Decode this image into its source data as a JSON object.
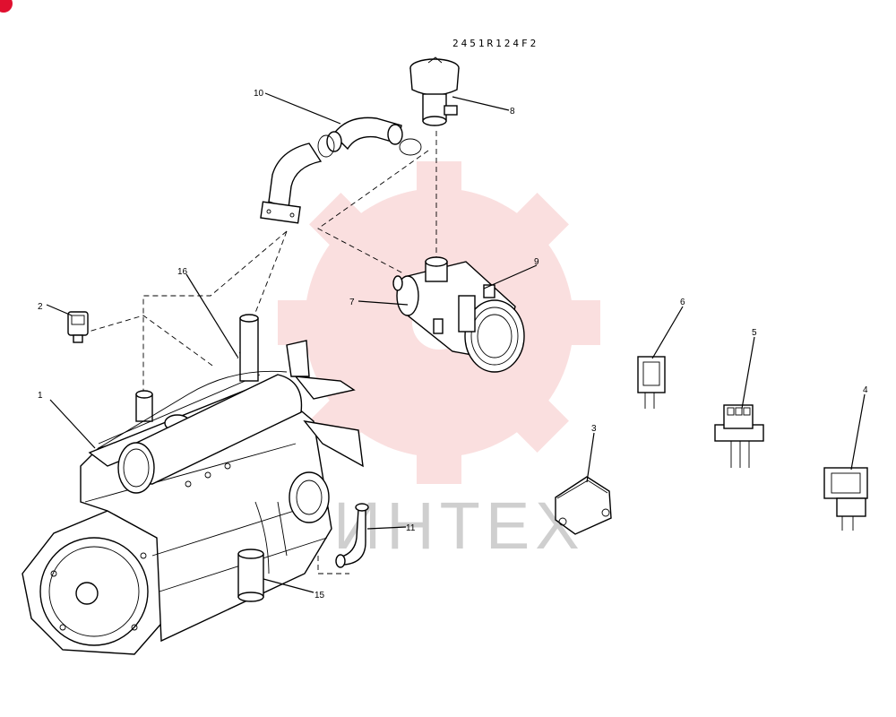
{
  "drawing": {
    "reference_code": "2451R124F2",
    "watermark_text": "ИНТЕХ",
    "watermark_color": "#f6c6c6",
    "corner_marker_color": "#e0102f"
  },
  "callouts": [
    {
      "id": "c1",
      "number": "1"
    },
    {
      "id": "c2",
      "number": "2"
    },
    {
      "id": "c3",
      "number": "3"
    },
    {
      "id": "c4",
      "number": "4"
    },
    {
      "id": "c5",
      "number": "5"
    },
    {
      "id": "c6",
      "number": "6"
    },
    {
      "id": "c7",
      "number": "7"
    },
    {
      "id": "c8",
      "number": "8"
    },
    {
      "id": "c9",
      "number": "9"
    },
    {
      "id": "c10",
      "number": "10"
    },
    {
      "id": "c11",
      "number": "11"
    },
    {
      "id": "c15",
      "number": "15"
    },
    {
      "id": "c16",
      "number": "16"
    }
  ]
}
